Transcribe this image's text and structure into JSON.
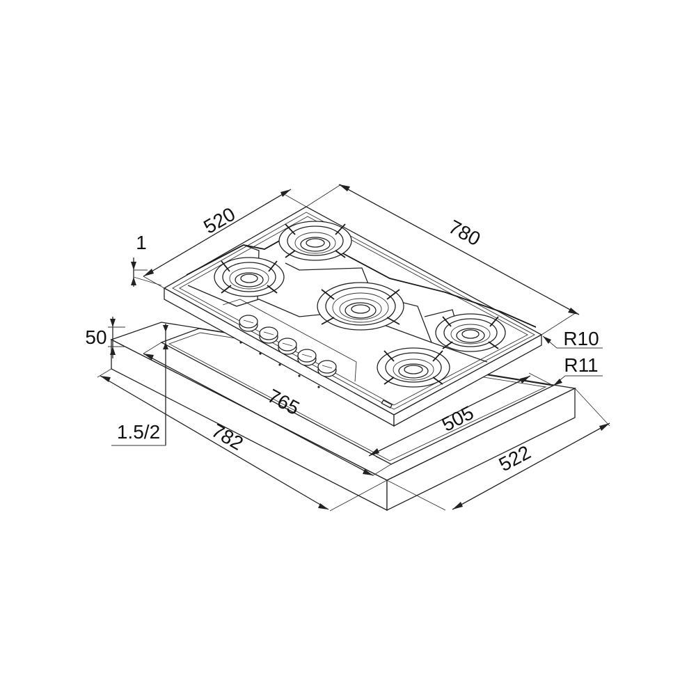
{
  "diagram": {
    "labels": {
      "width_top": "780",
      "depth_top": "520",
      "thickness": "1",
      "height": "50",
      "radius_top": "R10",
      "radius_cutout": "R11",
      "cutout_width": "765",
      "cutout_depth": "505",
      "outer_width": "782",
      "outer_depth": "522",
      "edge_gap": "1.5/2"
    },
    "components": {
      "burners": 5,
      "control_knobs": 5
    },
    "colors": {
      "line": "#222222",
      "background": "#ffffff"
    }
  }
}
